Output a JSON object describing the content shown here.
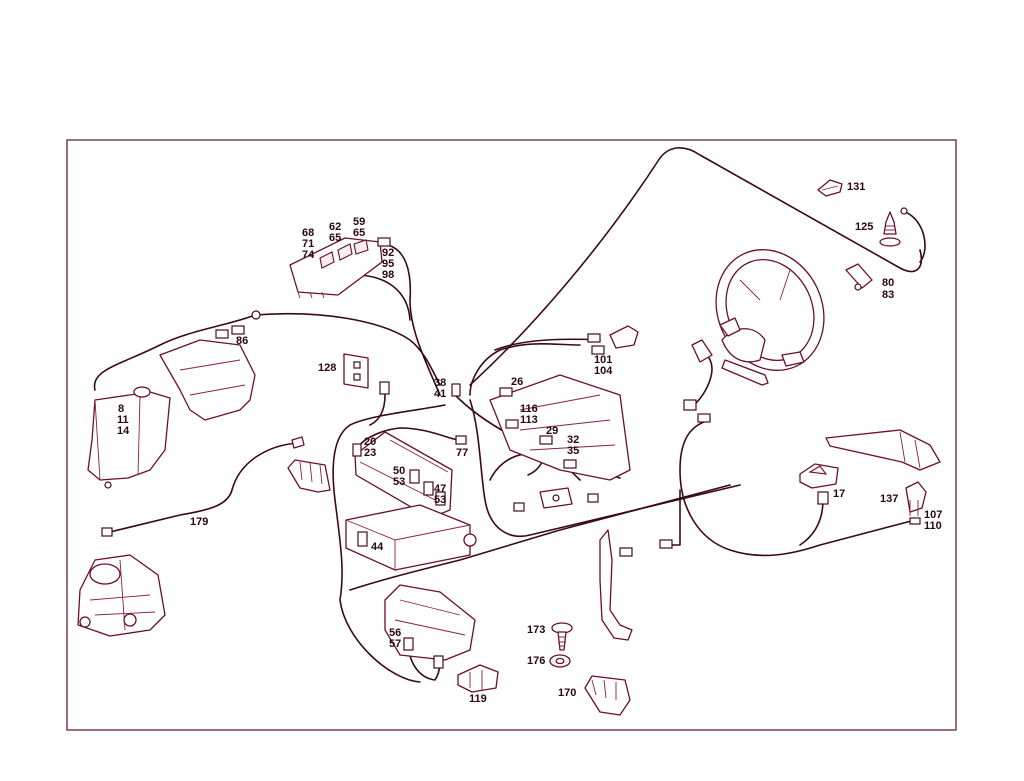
{
  "diagram": {
    "labels": [
      {
        "id": "l131",
        "text": "131"
      },
      {
        "id": "l125",
        "text": "125"
      },
      {
        "id": "l80",
        "text": "80"
      },
      {
        "id": "l83",
        "text": "83"
      },
      {
        "id": "l59",
        "text": "59"
      },
      {
        "id": "l62",
        "text": "62"
      },
      {
        "id": "l65a",
        "text": "65"
      },
      {
        "id": "l68",
        "text": "68"
      },
      {
        "id": "l65b",
        "text": "65"
      },
      {
        "id": "l71",
        "text": "71"
      },
      {
        "id": "l74",
        "text": "74"
      },
      {
        "id": "l92",
        "text": "92"
      },
      {
        "id": "l95",
        "text": "95"
      },
      {
        "id": "l98",
        "text": "98"
      },
      {
        "id": "l86",
        "text": "86"
      },
      {
        "id": "l101",
        "text": "101"
      },
      {
        "id": "l104",
        "text": "104"
      },
      {
        "id": "l128",
        "text": "128"
      },
      {
        "id": "l38",
        "text": "38"
      },
      {
        "id": "l41",
        "text": "41"
      },
      {
        "id": "l26",
        "text": "26"
      },
      {
        "id": "l8",
        "text": "8"
      },
      {
        "id": "l11",
        "text": "11"
      },
      {
        "id": "l14",
        "text": "14"
      },
      {
        "id": "l116",
        "text": "116"
      },
      {
        "id": "l113",
        "text": "113"
      },
      {
        "id": "l29",
        "text": "29"
      },
      {
        "id": "l32",
        "text": "32"
      },
      {
        "id": "l35",
        "text": "35"
      },
      {
        "id": "l20",
        "text": "20"
      },
      {
        "id": "l23",
        "text": "23"
      },
      {
        "id": "l77",
        "text": "77"
      },
      {
        "id": "l50",
        "text": "50"
      },
      {
        "id": "l53a",
        "text": "53"
      },
      {
        "id": "l47",
        "text": "47"
      },
      {
        "id": "l53b",
        "text": "53"
      },
      {
        "id": "l17",
        "text": "17"
      },
      {
        "id": "l137",
        "text": "137"
      },
      {
        "id": "l107",
        "text": "107"
      },
      {
        "id": "l110",
        "text": "110"
      },
      {
        "id": "l179",
        "text": "179"
      },
      {
        "id": "l44",
        "text": "44"
      },
      {
        "id": "l173",
        "text": "173"
      },
      {
        "id": "l56",
        "text": "56"
      },
      {
        "id": "l57",
        "text": "57"
      },
      {
        "id": "l176",
        "text": "176"
      },
      {
        "id": "l170",
        "text": "170"
      },
      {
        "id": "l119",
        "text": "119"
      }
    ]
  },
  "colors": {
    "line": "#3a0a14",
    "part_outline": "#6a1028",
    "label": "#2a0610",
    "frame": "#5a1020"
  }
}
